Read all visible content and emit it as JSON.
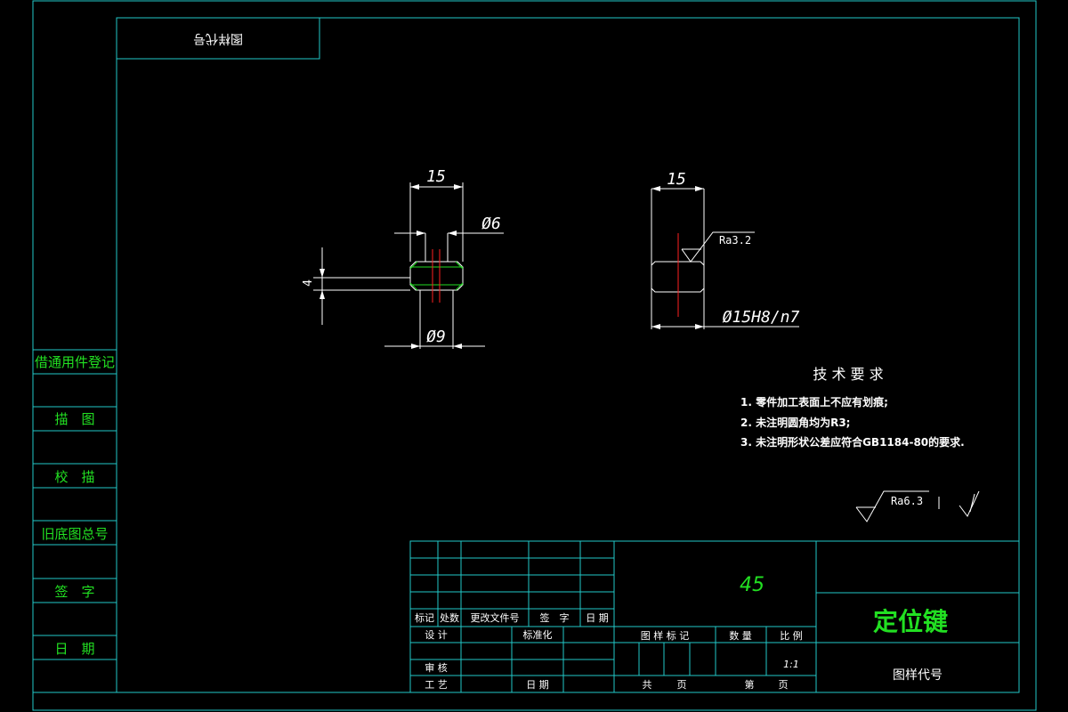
{
  "top_label_box": {
    "text": "图样代号"
  },
  "side_panel": {
    "items": [
      "借通用件登记",
      "描　图",
      "校　描",
      "旧底图总号",
      "签　字",
      "日　期"
    ]
  },
  "part_front": {
    "width_dim": "15",
    "hole_dim": "Ø6",
    "thickness_dim": "4",
    "base_dim": "Ø9"
  },
  "part_side": {
    "width_dim": "15",
    "roughness": "Ra3.2",
    "fit_dim": "Ø15H8/n7"
  },
  "tech_req": {
    "title": "技 术 要 求",
    "items": [
      "1. 零件加工表面上不应有划痕;",
      "2. 未注明圆角均为R3;",
      "3. 未注明形状公差应符合GB1184-80的要求."
    ]
  },
  "general_roughness": {
    "value": "Ra6.3"
  },
  "title_block": {
    "material": "45",
    "part_name": "定位键",
    "drawing_code_label": "图样代号",
    "revision_headers": [
      "标记",
      "处数",
      "更改文件号",
      "签　字",
      "日 期"
    ],
    "design": "设 计",
    "standardize": "标准化",
    "review": "审 核",
    "process": "工 艺",
    "date": "日 期",
    "mark_label": "图 样 标 记",
    "qty_label": "数 量",
    "scale_label": "比 例",
    "scale_value": "1:1",
    "total_label": "共",
    "page_label": "页",
    "sheet_label": "第",
    "sheet_page_label": "页"
  },
  "colors": {
    "frame": "#22c8c8",
    "lines": "#ffffff",
    "center": "#ff2020",
    "accent": "#22e022"
  }
}
